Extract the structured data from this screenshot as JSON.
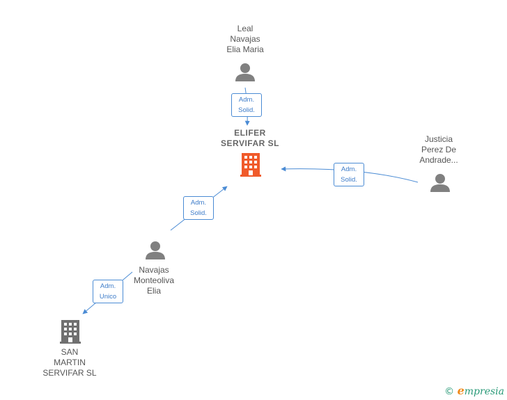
{
  "nodes": {
    "leal": {
      "lines": [
        "Leal",
        "Navajas",
        "Elia Maria"
      ]
    },
    "elifer": {
      "lines": [
        "ELIFER",
        "SERVIFAR SL"
      ]
    },
    "justicia": {
      "lines": [
        "Justicia",
        "Perez De",
        "Andrade..."
      ]
    },
    "navajas": {
      "lines": [
        "Navajas",
        "Monteoliva",
        "Elia"
      ]
    },
    "sanmartin": {
      "lines": [
        "SAN",
        "MARTIN",
        "SERVIFAR SL"
      ]
    }
  },
  "edges": {
    "leal_elifer": {
      "line1": "Adm.",
      "line2": "Solid."
    },
    "justicia_elifer": {
      "line1": "Adm.",
      "line2": "Solid."
    },
    "navajas_elifer": {
      "line1": "Adm.",
      "line2": "Solid."
    },
    "navajas_sanmartin": {
      "line1": "Adm.",
      "line2": "Unico"
    }
  },
  "colors": {
    "edge": "#4a8bd4",
    "person": "#808080",
    "company_main": "#f05a2a",
    "company": "#707070"
  },
  "footer": {
    "symbol": "©",
    "brand_initial": "e",
    "brand_rest": "mpresia"
  }
}
